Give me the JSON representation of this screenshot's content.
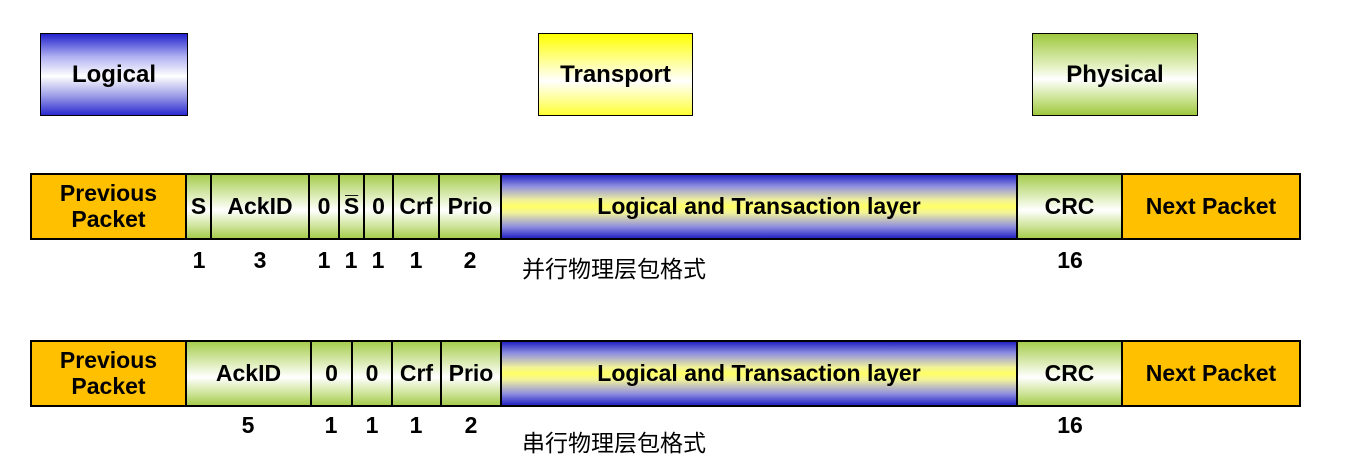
{
  "legend": {
    "logical": "Logical",
    "transport": "Transport",
    "physical": "Physical"
  },
  "parallel_row": {
    "fields": [
      "Previous\nPacket",
      "S",
      "AckID",
      "0",
      "S̅",
      "0",
      "Crf",
      "Prio",
      "Logical and Transaction layer",
      "CRC",
      "Next Packet"
    ],
    "bit_counts": [
      "1",
      "3",
      "1",
      "1",
      "1",
      "1",
      "2",
      "16"
    ],
    "caption": "并行物理层包格式"
  },
  "serial_row": {
    "fields": [
      "Previous\nPacket",
      "AckID",
      "0",
      "0",
      "Crf",
      "Prio",
      "Logical and Transaction layer",
      "CRC",
      "Next Packet"
    ],
    "bit_counts": [
      "5",
      "1",
      "1",
      "1",
      "2",
      "16"
    ],
    "caption": "串行物理层包格式"
  },
  "colors": {
    "field_orange": "#FFC000",
    "field_green": "#A6CC4E",
    "legend_blue": "#2222CC",
    "legend_yellow": "#FFFF00",
    "legend_green": "#9FC83F",
    "payload_blue": "#2424C4",
    "payload_yellow": "#FFFF66"
  }
}
